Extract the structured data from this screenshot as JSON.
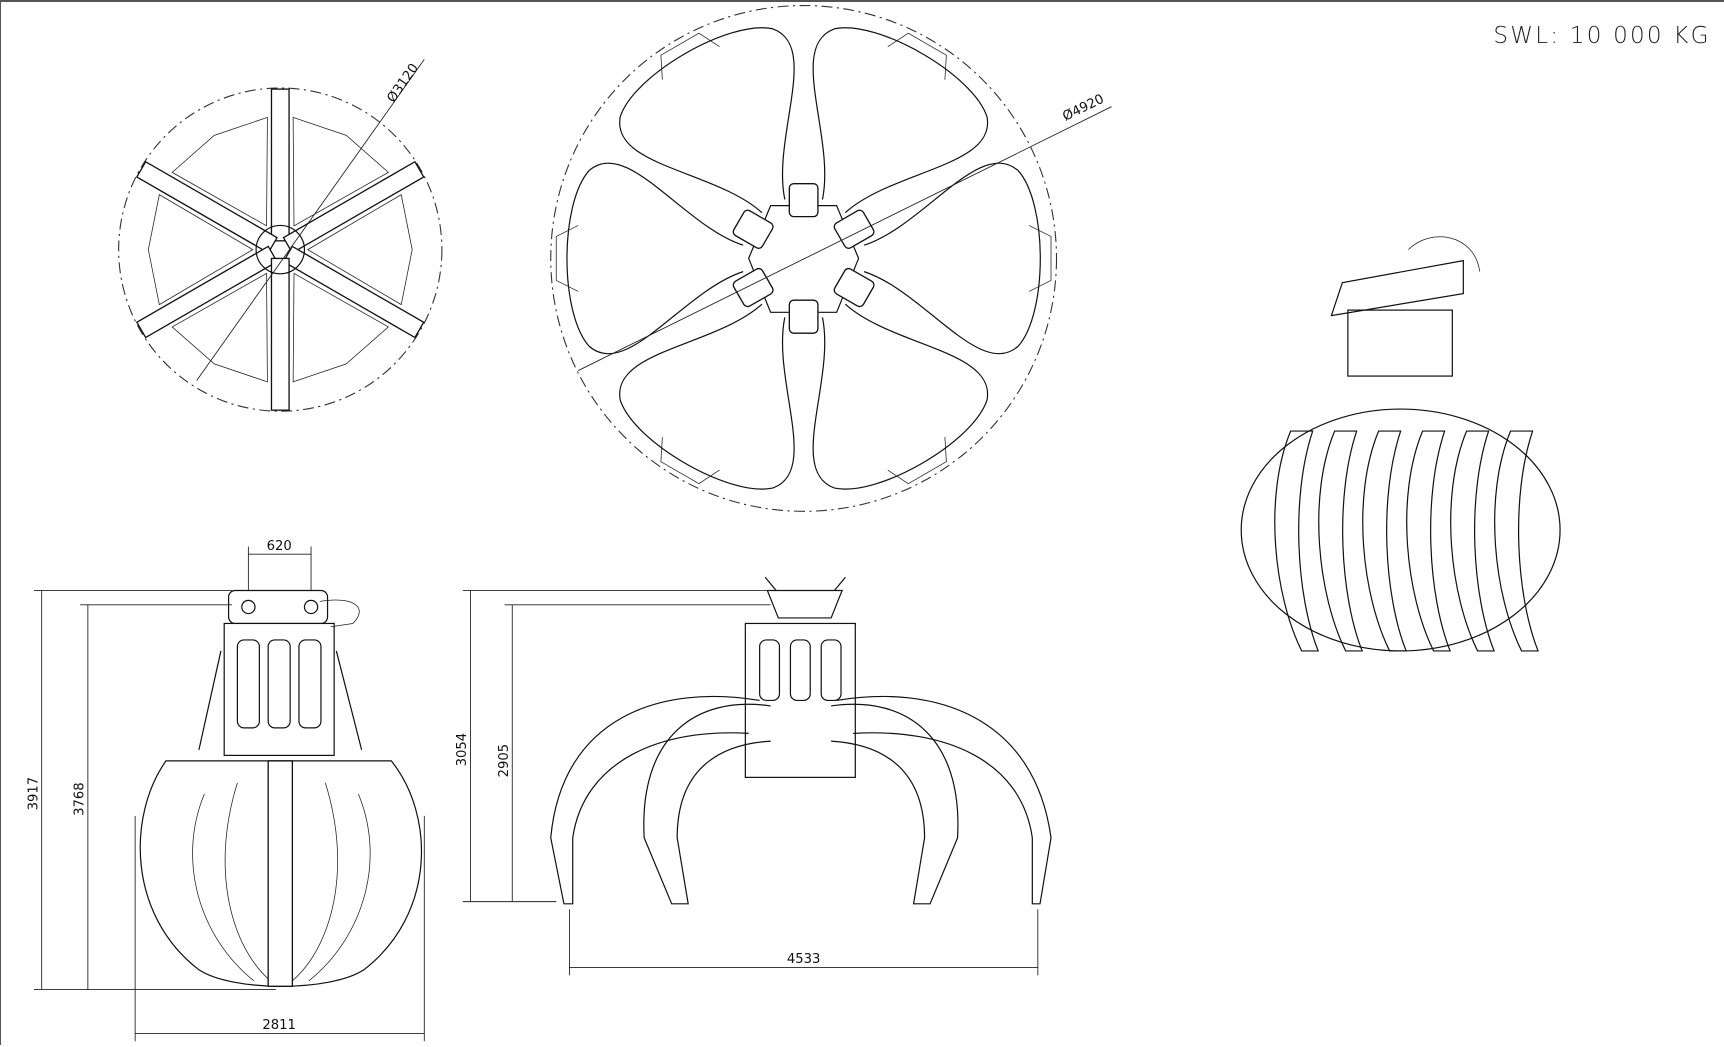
{
  "title": "SWL: 10 000 KG",
  "top_view_small": {
    "diameter_label": "Ø3120"
  },
  "top_view_open": {
    "diameter_label": "Ø4920"
  },
  "side_view_closed": {
    "width_top_label": "620",
    "overall_height_label": "3917",
    "body_height_label": "3768",
    "width_label": "2811"
  },
  "side_view_open": {
    "overall_height_label": "3054",
    "body_height_label": "2905",
    "width_label": "4533"
  }
}
